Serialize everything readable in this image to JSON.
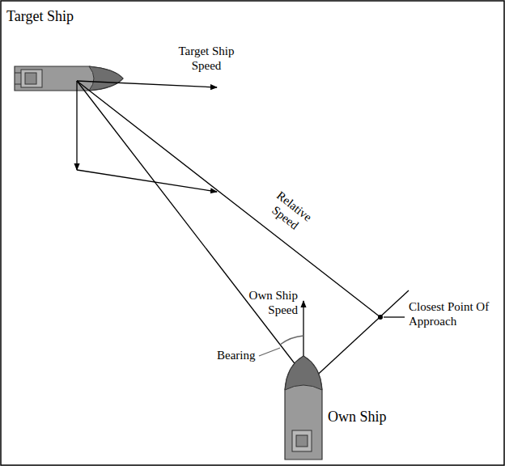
{
  "diagram": {
    "labels": [
      "Target Ship",
      "Target Ship Speed",
      "Relative Speed",
      "Own Ship Speed",
      "Closest Point Of Approach",
      "Bearing",
      "Own Ship"
    ]
  }
}
